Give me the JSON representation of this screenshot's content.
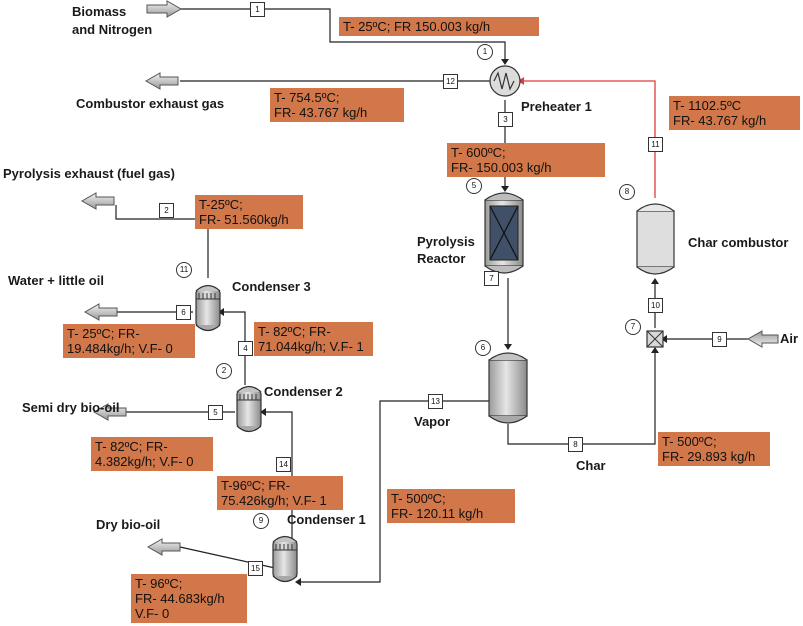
{
  "labels": {
    "biomass_line1": "Biomass",
    "biomass_line2": "and Nitrogen",
    "combustor_exhaust": "Combustor exhaust gas",
    "preheater": "Preheater 1",
    "pyrolysis_exhaust": "Pyrolysis exhaust (fuel gas)",
    "water_oil": "Water + little oil",
    "condenser3": "Condenser 3",
    "reactor_line1": "Pyrolysis",
    "reactor_line2": "Reactor",
    "char_combustor": "Char combustor",
    "air": "Air",
    "condenser2": "Condenser 2",
    "semi_dry": "Semi dry bio-oil",
    "vapor": "Vapor",
    "char": "Char",
    "dry_bio_oil": "Dry bio-oil",
    "condenser1": "Condenser 1"
  },
  "data_boxes": {
    "feed": [
      "T- 25ºC; FR 150.003 kg/h"
    ],
    "exhaust": [
      "T- 754.5ºC;",
      "FR- 43.767 kg/h"
    ],
    "hot_gas": [
      "T- 1102.5ºC",
      "FR- 43.767 kg/h"
    ],
    "reactor_in": [
      "T- 600ºC;",
      "FR- 150.003 kg/h"
    ],
    "fuel_gas": [
      "T-25ºC;",
      "FR- 51.560kg/h"
    ],
    "water": [
      "T- 25ºC; FR-",
      "19.484kg/h; V.F- 0"
    ],
    "c3_in": [
      "T- 82ºC; FR-",
      "71.044kg/h; V.F- 1"
    ],
    "semi_dry": [
      "T- 82ºC; FR-",
      "4.382kg/h; V.F- 0"
    ],
    "c2_in": [
      "T-96ºC; FR-",
      "75.426kg/h; V.F- 1"
    ],
    "char": [
      "T- 500ºC;",
      "FR- 29.893 kg/h"
    ],
    "vapor": [
      "T- 500ºC;",
      "FR- 120.11 kg/h"
    ],
    "dry": [
      "T- 96ºC;",
      "FR- 44.683kg/h",
      "V.F- 0"
    ]
  },
  "stream_numbers": {
    "s_feed": "1",
    "s_exhaust": "12",
    "s_preheat_out": "3",
    "s_hotgas": "11",
    "s_fuelgas": "2",
    "s_reactor_out": "7",
    "s_water": "6",
    "s_c3_in": "4",
    "s_comb_in": "10",
    "s_air": "9",
    "s_semidry": "5",
    "s_vapor": "13",
    "s_char": "8",
    "s_c2_in": "14",
    "s_dry": "15"
  },
  "block_numbers": {
    "b_preheater": "1",
    "b_reactor": "5",
    "b_combustor": "8",
    "b_cond3": "11",
    "b_mixer": "7",
    "b_cyclone": "6",
    "b_cond2": "2",
    "b_cond1": "9"
  },
  "colors": {
    "data_box": "#d2774a",
    "hot_line": "#e23b3b",
    "line": "#222222"
  }
}
